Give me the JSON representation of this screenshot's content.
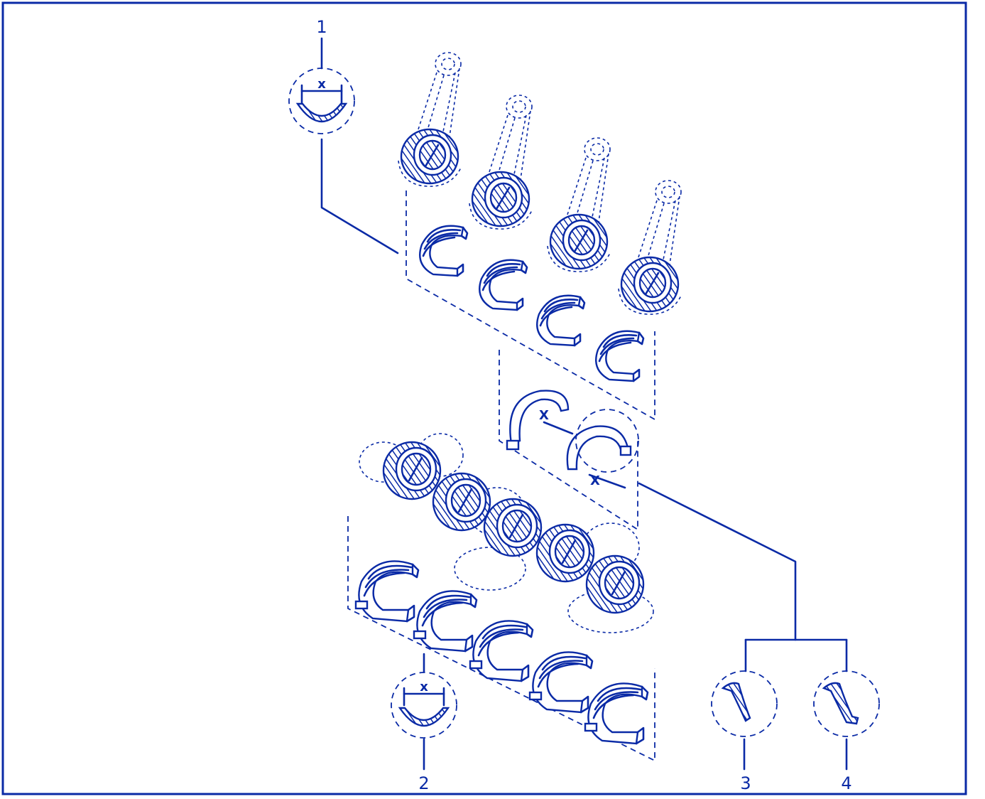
{
  "diagram": {
    "labels": {
      "callout_1": "1",
      "callout_2": "2",
      "callout_3": "3",
      "callout_4": "4",
      "dim_x_1": "x",
      "dim_x_2": "x",
      "dim_x_thrust_a": "X",
      "dim_x_thrust_b": "X"
    },
    "colors": {
      "ink": "#0a2aa6",
      "border": "#0a2aa6",
      "background": "#ffffff"
    }
  }
}
